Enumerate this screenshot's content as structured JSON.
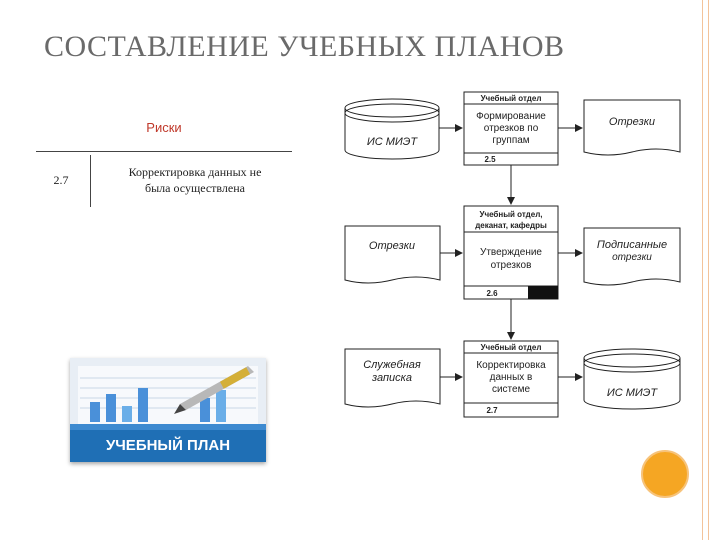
{
  "slide": {
    "title": "СОСТАВЛЕНИЕ УЧЕБНЫХ ПЛАНОВ"
  },
  "risks": {
    "header": "Риски",
    "rows": [
      {
        "num": "2.7",
        "text_line1": "Корректировка данных не",
        "text_line2": "была осуществлена"
      }
    ]
  },
  "image": {
    "banner_text": "УЧЕБНЫЙ ПЛАН"
  },
  "flowchart": {
    "processes": [
      {
        "header": "Учебный отдел",
        "body": [
          "Формирование",
          "отрезков по",
          "группам"
        ],
        "id": "2.5"
      },
      {
        "header": "Учебный отдел,",
        "header2": "деканат, кафедры",
        "body": [
          "Утверждение",
          "отрезков"
        ],
        "id": "2.6"
      },
      {
        "header": "Учебный отдел",
        "body": [
          "Корректировка",
          "данных в",
          "системе"
        ],
        "id": "2.7"
      }
    ],
    "stores": [
      {
        "label": "ИС МИЭТ"
      },
      {
        "label": "ИС МИЭТ"
      }
    ],
    "documents": [
      {
        "lines": [
          "Отрезки"
        ]
      },
      {
        "lines": [
          "Отрезки"
        ]
      },
      {
        "lines": [
          "Подписанные",
          "отрезки"
        ]
      },
      {
        "lines": [
          "Служебная",
          "записка"
        ]
      }
    ]
  },
  "colors": {
    "title": "#6a6a6a",
    "risk_header": "#c0392b",
    "accent_orange": "#f5a623",
    "border_peach": "#f3c39a"
  }
}
